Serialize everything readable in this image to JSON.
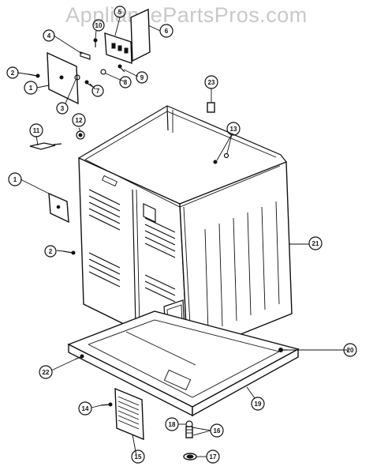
{
  "watermark": "AppliancePartsPros.com",
  "callouts": [
    {
      "id": "c1a",
      "label": "1"
    },
    {
      "id": "c1b",
      "label": "1"
    },
    {
      "id": "c2a",
      "label": "2"
    },
    {
      "id": "c2b",
      "label": "2"
    },
    {
      "id": "c3",
      "label": "3"
    },
    {
      "id": "c4",
      "label": "4"
    },
    {
      "id": "c5",
      "label": "5"
    },
    {
      "id": "c6",
      "label": "6"
    },
    {
      "id": "c7",
      "label": "7"
    },
    {
      "id": "c8",
      "label": "8"
    },
    {
      "id": "c9",
      "label": "9"
    },
    {
      "id": "c10",
      "label": "10"
    },
    {
      "id": "c11",
      "label": "11"
    },
    {
      "id": "c12",
      "label": "12"
    },
    {
      "id": "c13",
      "label": "13"
    },
    {
      "id": "c14",
      "label": "14"
    },
    {
      "id": "c15",
      "label": "15"
    },
    {
      "id": "c16",
      "label": "16"
    },
    {
      "id": "c17",
      "label": "17"
    },
    {
      "id": "c18",
      "label": "18"
    },
    {
      "id": "c19",
      "label": "19"
    },
    {
      "id": "c20",
      "label": "20"
    },
    {
      "id": "c21",
      "label": "21"
    },
    {
      "id": "c22",
      "label": "22"
    },
    {
      "id": "c23",
      "label": "23"
    }
  ]
}
